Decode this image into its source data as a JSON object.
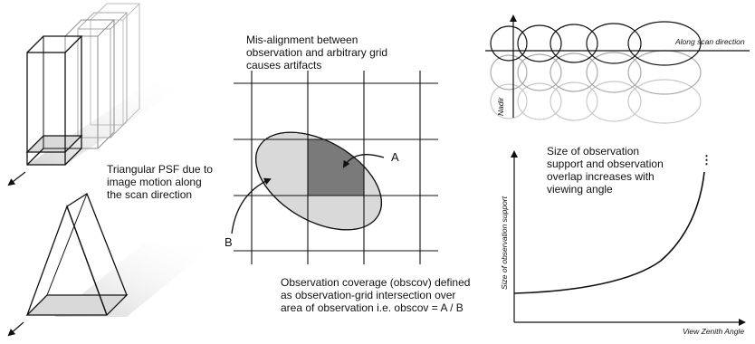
{
  "texts": {
    "psf_caption": [
      "Triangular PSF due to",
      "image motion along",
      "the scan direction"
    ],
    "misalign_caption": [
      "Mis-alignment between",
      "observation and arbitrary grid",
      "causes artifacts"
    ],
    "label_a": "A",
    "label_b": "B",
    "obscov_caption": [
      "Observation coverage (obscov) defined",
      "as observation-grid intersection over",
      "area of observation i.e. obscov = A / B"
    ],
    "along_scan": "Along scan direction",
    "nadir": "Nadir",
    "support_caption": [
      "Size of observation",
      "support and observation",
      "overlap increases with",
      "viewing angle"
    ],
    "ylabel": "Size of observation support",
    "xlabel": "View Zenith Angle",
    "ellipsis": "⋮"
  },
  "colors": {
    "line": "#111111",
    "light_fill": "#d9d9d9",
    "dark_fill": "#7a7a7a",
    "faded_line": "#b5b5b5",
    "shadow": "#e6e6e6"
  },
  "icons": [
    "arrow-icon"
  ]
}
